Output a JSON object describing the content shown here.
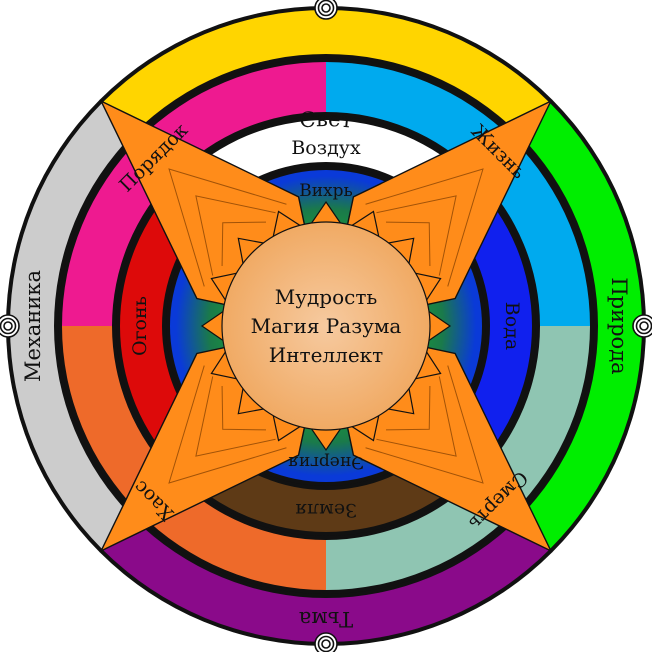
{
  "outer_ring": [
    {
      "label": "Свет",
      "color": "#ffd500"
    },
    {
      "label": "Природа",
      "color": "#00ee00"
    },
    {
      "label": "Тьма",
      "color": "#8a0a8a"
    },
    {
      "label": "Механика",
      "color": "#cccccc"
    }
  ],
  "middle_ring": [
    {
      "label": "Жизнь",
      "color": "#00aaee"
    },
    {
      "label": "Смерть",
      "color": "#8fc5b2"
    },
    {
      "label": "Хаос",
      "color": "#ee6a2a"
    },
    {
      "label": "Порядок",
      "color": "#ee1a90"
    }
  ],
  "element_ring": [
    {
      "label": "Воздух",
      "color": "#ffffff"
    },
    {
      "label": "Вода",
      "color": "#1020ee"
    },
    {
      "label": "Земля",
      "color": "#5e3a16"
    },
    {
      "label": "Огонь",
      "color": "#dd0a0a"
    }
  ],
  "inner_ring": [
    {
      "label": "Вихрь",
      "color": "#0a3aee"
    },
    {
      "label": "Энергия",
      "color": "#0a3aee"
    }
  ],
  "center": {
    "lines": [
      "Мудрость",
      "Магия Разума",
      "Интеллект"
    ],
    "color": "#f3c08c"
  },
  "colors": {
    "outline": "#111111",
    "star": "#ff8c1a",
    "inner_gradient_edge": "#0a3ad8",
    "inner_gradient_mid": "#1a9a3a"
  }
}
